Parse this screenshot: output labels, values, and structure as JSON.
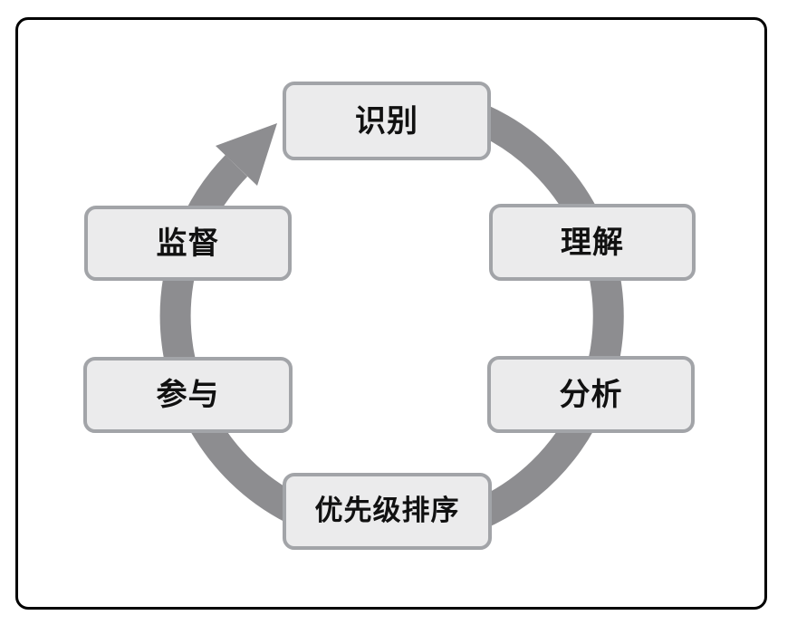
{
  "diagram": {
    "type": "cycle",
    "direction": "clockwise",
    "steps": [
      {
        "id": "identify",
        "label": "识别"
      },
      {
        "id": "understand",
        "label": "理解"
      },
      {
        "id": "analyze",
        "label": "分析"
      },
      {
        "id": "prioritize",
        "label": "优先级排序"
      },
      {
        "id": "engage",
        "label": "参与"
      },
      {
        "id": "supervise",
        "label": "监督"
      }
    ],
    "colors": {
      "ring": "#8d8d90",
      "box_fill": "#ebebec",
      "box_border": "#a2a4a8",
      "text": "#111111",
      "frame_border": "#000000",
      "background": "#ffffff"
    }
  }
}
